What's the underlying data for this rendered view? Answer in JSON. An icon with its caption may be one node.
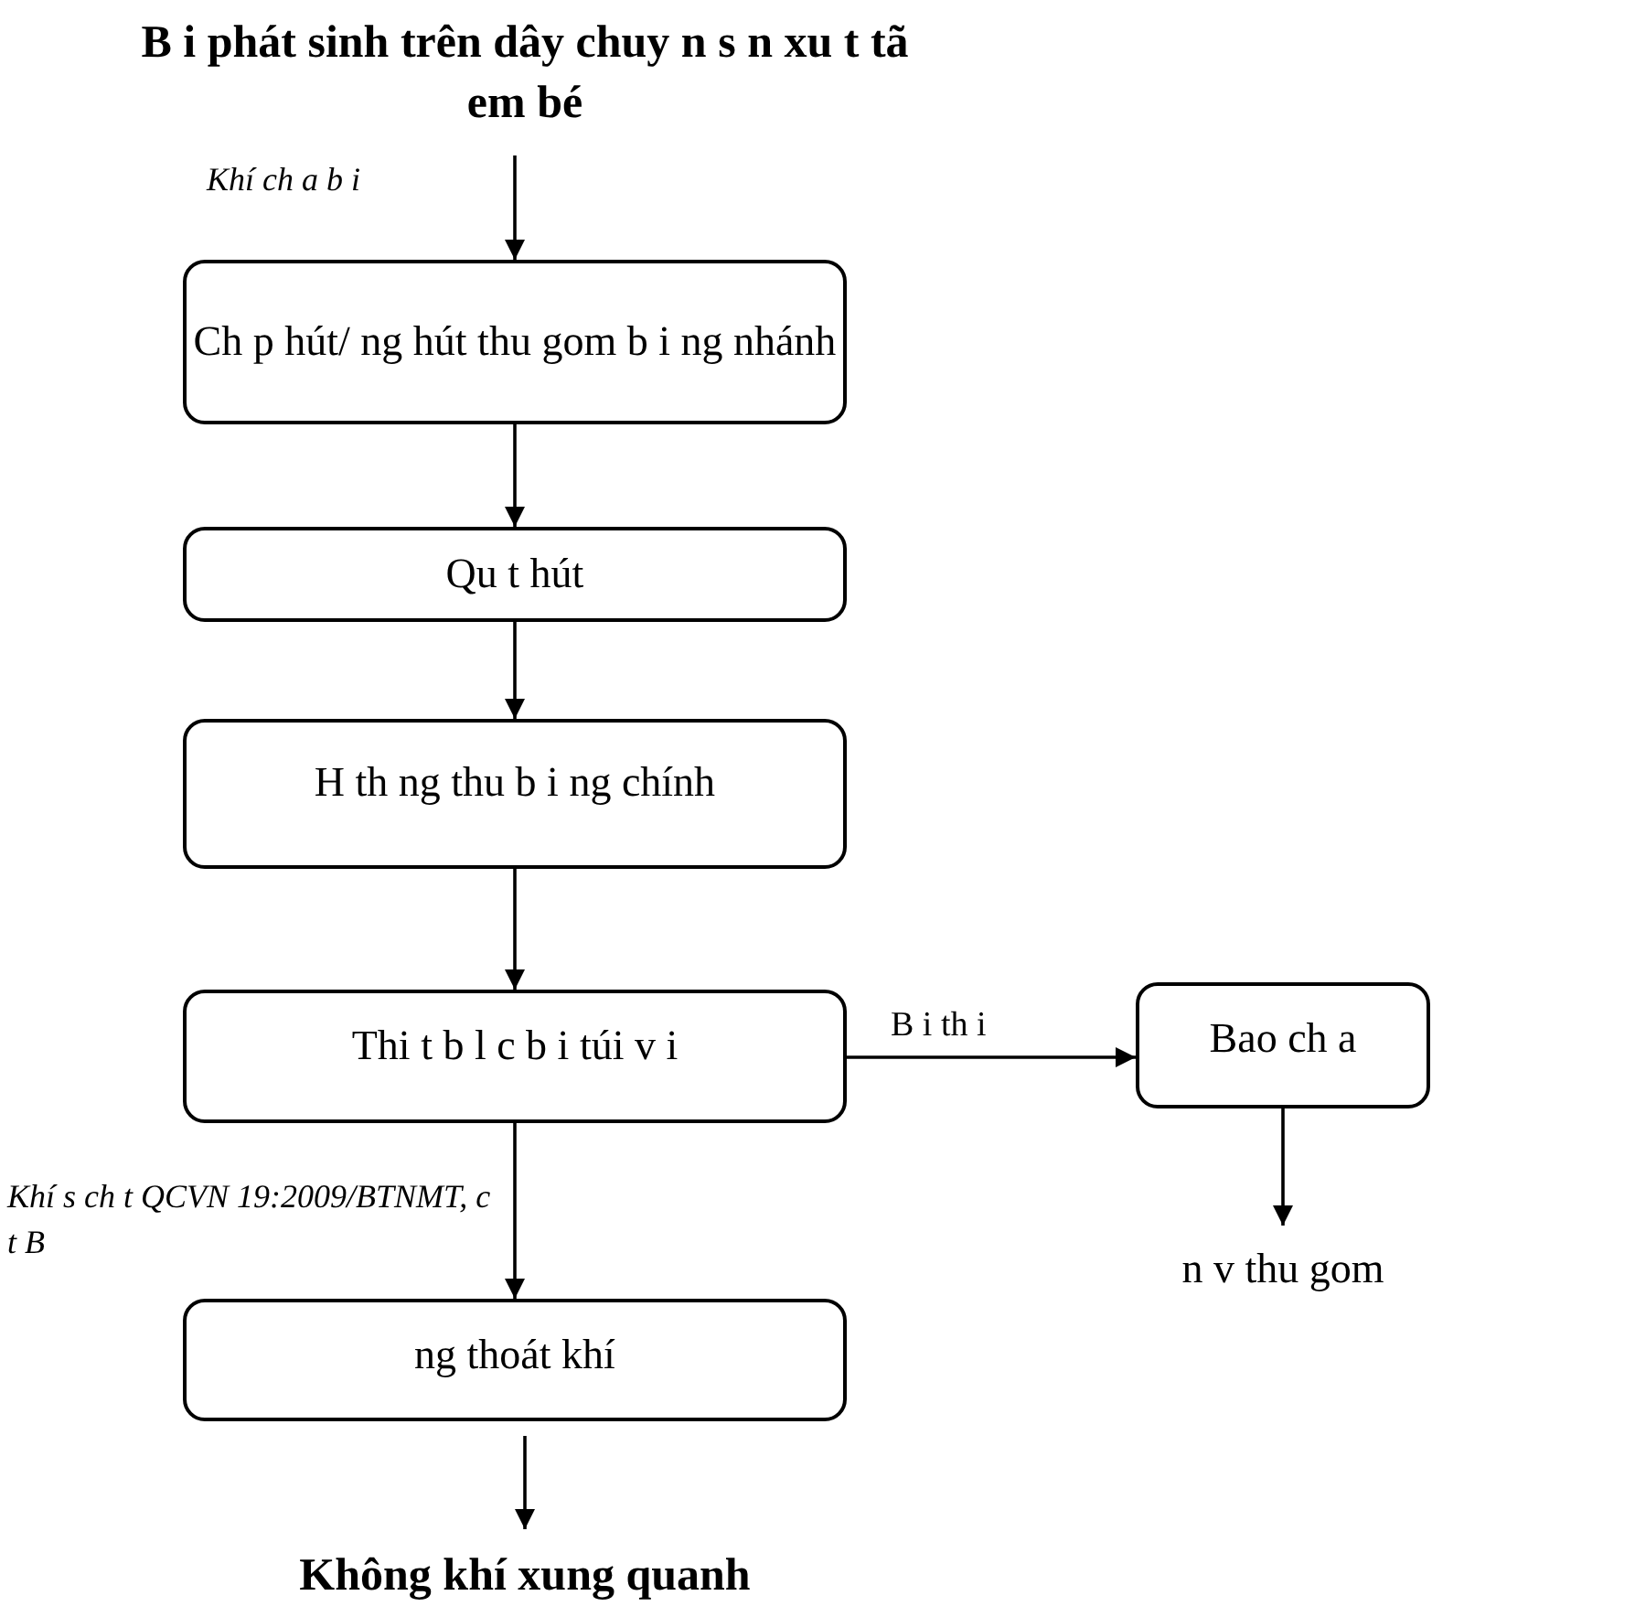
{
  "diagram": {
    "nodes": [
      {
        "text": [
          "B i phát sinh trên dây chuy n s n xu t tã em bé"
        ]
      },
      {
        "text": [
          "Ch p hút/ ng hút thu gom b i ng nhánh"
        ]
      },
      {
        "text": [
          "Qu t hút"
        ]
      },
      {
        "text": [
          "H th ng thu b i ng chính"
        ]
      },
      {
        "text": [
          "Thi t b l c b i túi v i"
        ]
      },
      {
        "text": [
          "Bao ch a"
        ]
      },
      {
        "text": [
          "n v thu gom"
        ]
      },
      {
        "text": [
          "ng thoát khí"
        ]
      },
      {
        "text": [
          "Không khí xung quanh"
        ]
      }
    ],
    "edges": [
      {
        "from": 0,
        "to": 1,
        "arrow": "to",
        "label": "Khí ch a b i"
      },
      {
        "from": 1,
        "to": 2,
        "arrow": "to"
      },
      {
        "from": 2,
        "to": 3,
        "arrow": "to"
      },
      {
        "from": 3,
        "to": 4,
        "arrow": "to"
      },
      {
        "from": 4,
        "to": 5,
        "arrow": "to",
        "label": "B i th i"
      },
      {
        "from": 5,
        "to": 6,
        "arrow": "to"
      },
      {
        "from": 4,
        "to": 7,
        "arrow": "to",
        "label": "Khí s ch t QCVN 19:2009/BTNMT, c t B"
      },
      {
        "from": 7,
        "to": 8,
        "arrow": "to"
      }
    ]
  }
}
